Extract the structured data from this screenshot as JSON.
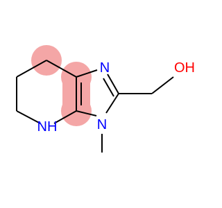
{
  "molecule": {
    "highlight_color": "#f4a6a6",
    "bond_color": "#000000",
    "nitrogen_color": "#0000ff",
    "oxygen_color": "#ff0000",
    "labels": {
      "imine_n": "N",
      "methyl_n": "N",
      "amine_n": "NH",
      "hydroxyl": "OH"
    }
  }
}
